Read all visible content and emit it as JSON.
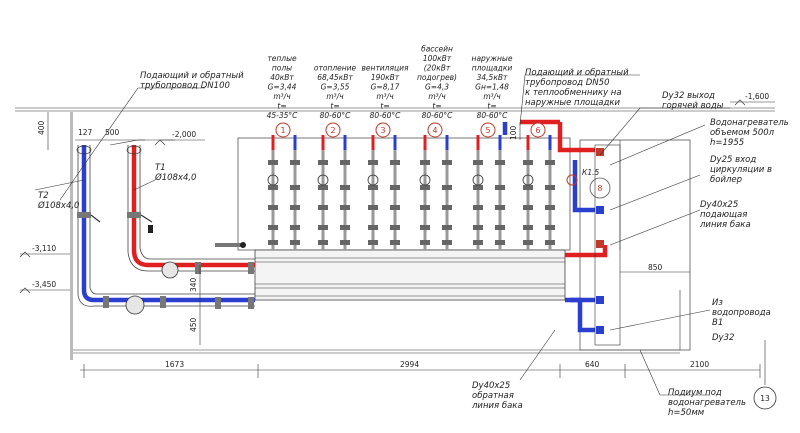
{
  "labels": {
    "supply_dn100": [
      "Подающий и обратный",
      "трубопровод DN100"
    ],
    "supply_dn50": [
      "Подающий и обратный",
      "трубопровод DN50",
      "к теплообменнику на",
      "наружные площадки"
    ],
    "t2": [
      "Т2",
      "Ø108х4,0"
    ],
    "t1": [
      "Т1",
      "Ø108х4,0"
    ],
    "dy32_out": [
      "Dy32 выход",
      "горячей воды"
    ],
    "heater": [
      "Водонагреватель",
      "объемом 500л",
      "h=1955"
    ],
    "dy25": [
      "Dy25 вход",
      "циркуляции в",
      "бойлер"
    ],
    "dy40_supply": [
      "Dy40x25",
      "подающая",
      "линия бака"
    ],
    "from_water": [
      "Из",
      "водопровода",
      "В1",
      "Dy32"
    ],
    "dy40_return": [
      "Dy40x25",
      "обратная",
      "линия бака"
    ],
    "podium": [
      "Подиум под",
      "водонагреватель",
      "h=50мм"
    ],
    "k15": "К1.5"
  },
  "circuits": [
    {
      "lines": [
        "теплые",
        "полы",
        "40кВт",
        "G=3,44",
        "m³/ч",
        "t=",
        "45-35°С"
      ],
      "num": "1"
    },
    {
      "lines": [
        "отопление",
        "68,45кВт",
        "G=3,55",
        "m³/ч",
        "t=",
        "80-60°С"
      ],
      "num": "2"
    },
    {
      "lines": [
        "вентиляция",
        "190кВт",
        "G=8,17",
        "m³/ч",
        "t=",
        "80-60°С"
      ],
      "num": "3"
    },
    {
      "lines": [
        "бассейн",
        "100кВт",
        "(20кВт",
        "подогрев)",
        "G=4,3",
        "m³/ч",
        "t=",
        "80-60°С"
      ],
      "num": "4"
    },
    {
      "lines": [
        "наружные",
        "площадки",
        "34,5кВт",
        "Gн=1,48",
        "m³/ч",
        "t=",
        "80-60°С"
      ],
      "num": "5"
    },
    {
      "lines": [],
      "num": "6"
    }
  ],
  "levels": [
    "-2,000",
    "-3,110",
    "-3,450",
    "-1,600"
  ],
  "dims": {
    "top_400": "400",
    "top_127": "127",
    "top_500": "500",
    "d340": "340",
    "d450": "450",
    "d100": "100",
    "d850": "850",
    "bottom": [
      "1673",
      "2994",
      "640",
      "2100"
    ]
  },
  "sheet": "13",
  "pump_num": "8"
}
